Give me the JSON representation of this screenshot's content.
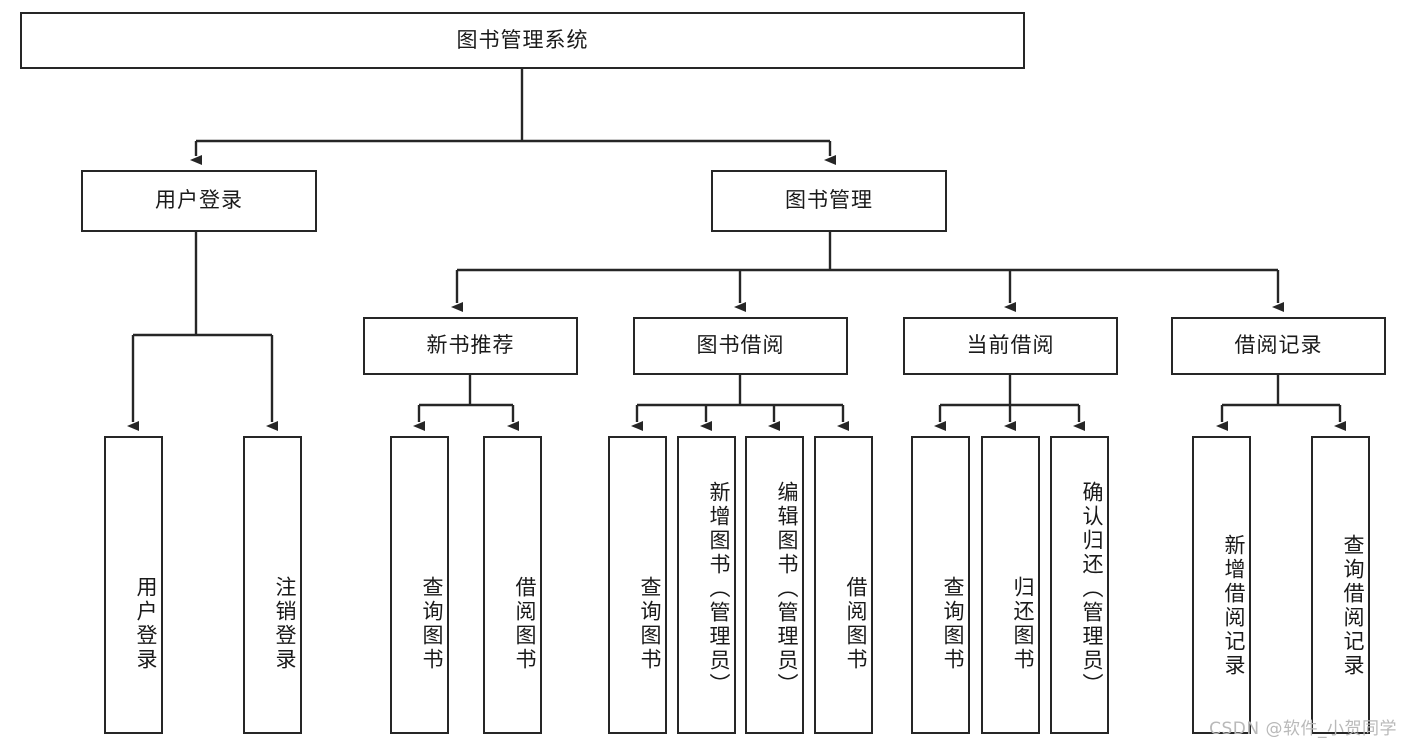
{
  "diagram": {
    "title": "图书管理系统",
    "type": "tree-hierarchy-diagram",
    "watermark": "CSDN @软件_小贺同学",
    "colors": {
      "box_border": "#262626",
      "box_fill": "#ffffff",
      "text": "#1a1a1a",
      "edge": "#262626",
      "watermark": "#b9b9b9",
      "background": "#ffffff"
    }
  },
  "root": {
    "label": "图书管理系统"
  },
  "level1": [
    {
      "label": "用户登录"
    },
    {
      "label": "图书管理"
    }
  ],
  "level2": [
    {
      "label": "新书推荐"
    },
    {
      "label": "图书借阅"
    },
    {
      "label": "当前借阅"
    },
    {
      "label": "借阅记录"
    }
  ],
  "leaves": {
    "user_login": [
      {
        "label": "用户登录"
      },
      {
        "label": "注销登录"
      }
    ],
    "new_book_recommend": [
      {
        "label": "查询图书"
      },
      {
        "label": "借阅图书"
      }
    ],
    "book_borrow": [
      {
        "label": "查询图书"
      },
      {
        "label": "新增图书（管理员）"
      },
      {
        "label": "编辑图书（管理员）"
      },
      {
        "label": "借阅图书"
      }
    ],
    "current_borrow": [
      {
        "label": "查询图书"
      },
      {
        "label": "归还图书"
      },
      {
        "label": "确认归还（管理员）"
      }
    ],
    "borrow_record": [
      {
        "label": "新增借阅记录"
      },
      {
        "label": "查询借阅记录"
      }
    ]
  }
}
